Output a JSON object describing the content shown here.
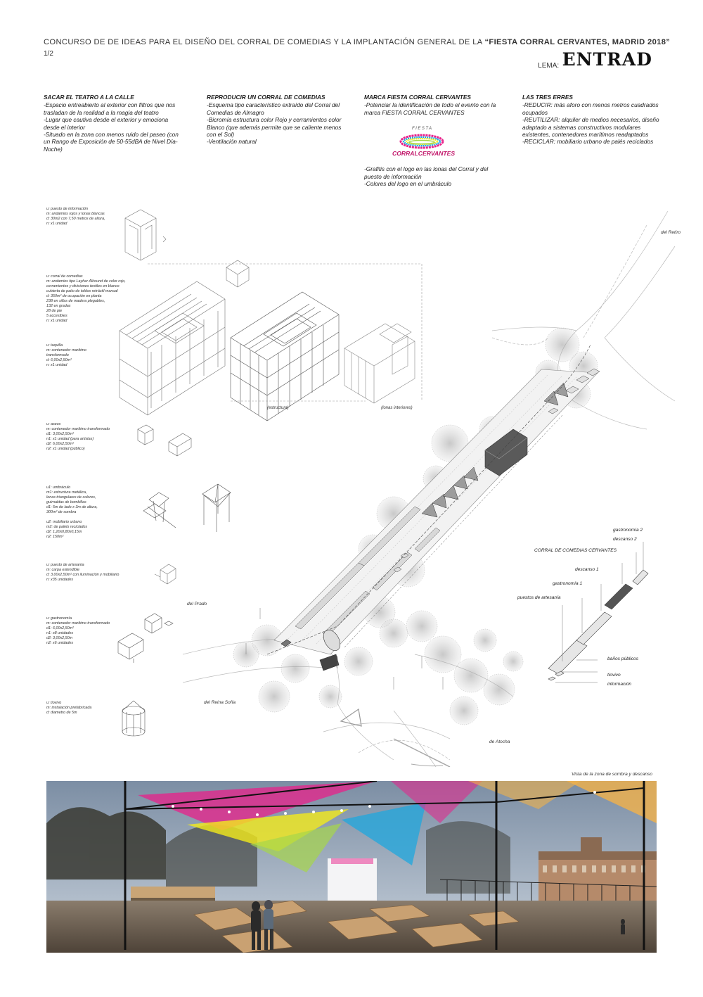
{
  "header": {
    "title_main": "CONCURSO DE DE IDEAS PARA EL DISEÑO DEL CORRAL DE COMEDIAS Y LA IMPLANTACIÓN GENERAL DE LA ",
    "title_bold": "“FIESTA CORRAL CERVANTES, MADRID 2018”",
    "page": "1/2",
    "lema_label": "LEMA:",
    "lema_value": "ENTRAD"
  },
  "columns": [
    {
      "heading": "SACAR EL TEATRO A LA CALLE",
      "lines": [
        "-Espacio entreabierto al exterior con filtros que nos trasladan de la realidad a la magia del teatro",
        "-Lugar que cautiva desde el exterior y emociona desde el interior",
        "-Situado en la zona con menos ruido del paseo (con un Rango de Exposición de 50-55dBA de Nivel Día-Noche)"
      ]
    },
    {
      "heading": "REPRODUCIR UN CORRAL DE COMEDIAS",
      "lines": [
        "-Esquema tipo característico extraído del Corral del Comedias de Almagro",
        "-Bicromía estructura color Rojo y cerramientos color Blanco (que además permite que se caliente menos con el Sol)",
        "-Ventilación natural"
      ]
    },
    {
      "heading": "MARCA FIESTA CORRAL CERVANTES",
      "lines": [
        "-Potenciar la identificación de todo el evento con la marca FIESTA CORRAL CERVANTES"
      ],
      "lines_after": [
        "-Grafitis con el logo en las lonas del Corral y del puesto de información",
        "-Colores del logo en el umbráculo"
      ]
    },
    {
      "heading": "LAS TRES ERRES",
      "lines": [
        "-REDUCIR: más aforo con menos metros cuadrados ocupados",
        "-REUTILIZAR: alquiler de medios necesarios, diseño adaptado a sistemas constructivos modulares existentes, contenedores marítimos readaptados",
        "-RECICLAR: mobiliario urbano de palés reciclados"
      ]
    }
  ],
  "logo": {
    "top": "FIESTA",
    "bottom": "CORRALCERVANTES"
  },
  "legend": [
    [
      "u: puesto de información",
      "m: andamios rojos y lonas blancas",
      "d: 30m2 con 7,50 metros de altura,",
      "n: x1 unidad"
    ],
    [
      "u: corral de comedias",
      "m: andamios tipo Layher Allround de color rojo,",
      "    cerramientos y divisiones textiles en blanco",
      "    cubierta de patio de toldos retráctil manual",
      "d: 350m² de ocupación en planta",
      "    238 en sillas de madera plegables,",
      "    132 en gradas",
      "    28 de pie",
      "    5 accesibles",
      "n: x1 unidad"
    ],
    [
      "u: taquilla",
      "m: contenedor marítimo",
      "    transformado",
      "d: 6,00x2,50m²",
      "n: x1 unidad"
    ],
    [
      "u: aseos",
      "m: contenedor marítimo transformado",
      "d1: 3,00x2,50m²",
      "n1: x1 unidad (para artistas)",
      "d2: 6,00x2,50m²",
      "n2: x1 unidad (público)"
    ],
    [
      "u1: umbráculo",
      "m1: estructura metálica,",
      "     lonas triangulares de colores,",
      "     guirnaldas de bombillas",
      "d1: 5m de lado x 3m de altura,",
      "     300m² de sombra",
      "",
      "u2: mobiliario urbano",
      "m2: de palets reciclados",
      "d2: 1,20x0,80x0,15m",
      "n2: 150m²"
    ],
    [
      "u: puesto de artesanía",
      "m: carpa extendible",
      "d: 3,00x2,50m² con iluminación y mobiliario",
      "n: x35 unidades"
    ],
    [
      "u: gastronomía",
      "m: contenedor marítimo transformado",
      "d1: 6,00x2,50m²",
      "n1: x8 unidades",
      "d2: 3,00x2,50m",
      "n2: x6 unidades"
    ],
    [
      "u: tiovivo",
      "m: instalación prefabricada",
      "d: diametro de 5m"
    ]
  ],
  "axon_labels": {
    "estructura": "(estructura)",
    "lonas": "(lonas interiores)"
  },
  "map_labels": {
    "retiro": "del Retiro",
    "prado": "del Prado",
    "reina": "del Reina Sofía",
    "atocha": "de Atocha"
  },
  "key_labels": [
    "gastronomía 2",
    "descanso 2",
    "CORRAL DE COMEDIAS CERVANTES",
    "descanso 1",
    "gastronomía 1",
    "puestos de artesanía",
    "baños públicos",
    "tiovivo",
    "información"
  ],
  "photo_caption": "Vista de la zona de sombra y descanso",
  "colors": {
    "magenta": "#e8208a",
    "yellow": "#f2ea1c",
    "cyan": "#1fa7de",
    "green": "#a6d64a",
    "orange": "#f2b24a"
  }
}
